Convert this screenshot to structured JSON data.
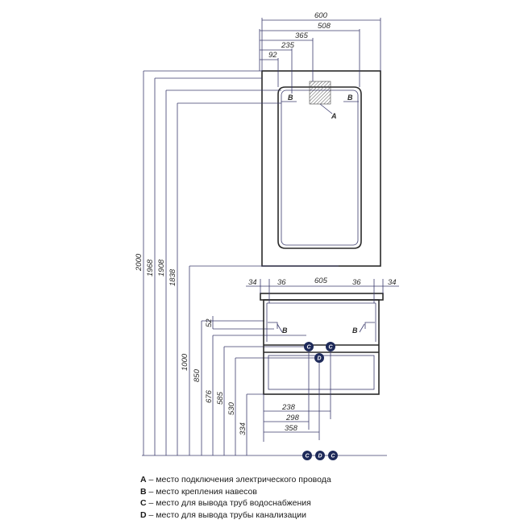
{
  "mirror_dims": {
    "w600": "600",
    "w508": "508",
    "w365": "365",
    "w235": "235",
    "w92": "92"
  },
  "height_dims": {
    "h2000": "2000",
    "h1968": "1968",
    "h1908": "1908",
    "h1838": "1838",
    "h1000": "1000",
    "h850": "850",
    "h676": "676",
    "h585": "585",
    "h530": "530",
    "h334": "334",
    "h52": "52"
  },
  "cabinet_dims": {
    "w605": "605",
    "left34": "34",
    "left36": "36",
    "right36": "36",
    "right34": "34",
    "b238": "238",
    "b298": "298",
    "b358": "358"
  },
  "markers": {
    "a": "A",
    "b": "B",
    "c": "C",
    "d": "D"
  },
  "legend": [
    {
      "letter": "A",
      "text": " – место подключения электрического провода"
    },
    {
      "letter": "B",
      "text": " – место крепления навесов"
    },
    {
      "letter": "C",
      "text": " – место для вывода труб водоснабжения"
    },
    {
      "letter": "D",
      "text": " – место для вывода трубы канализации"
    }
  ],
  "colors": {
    "line": "#3c3c6e",
    "marker_fill": "#1e2a5a"
  }
}
